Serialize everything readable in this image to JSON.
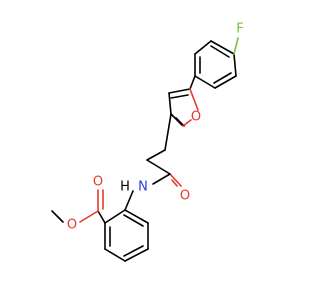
{
  "molecule": {
    "atoms": {
      "fluorine": "F",
      "furan_oxygen": "O",
      "carbonyl_oxygen_amide": "O",
      "amide_nitrogen": "N",
      "amide_hydrogen": "H",
      "ester_carbonyl_oxygen": "O",
      "ester_oxygen": "O"
    },
    "colors": {
      "bond": "#000000",
      "oxygen": "#e8372a",
      "nitrogen": "#2a3cd6",
      "fluorine": "#7bc043"
    }
  }
}
